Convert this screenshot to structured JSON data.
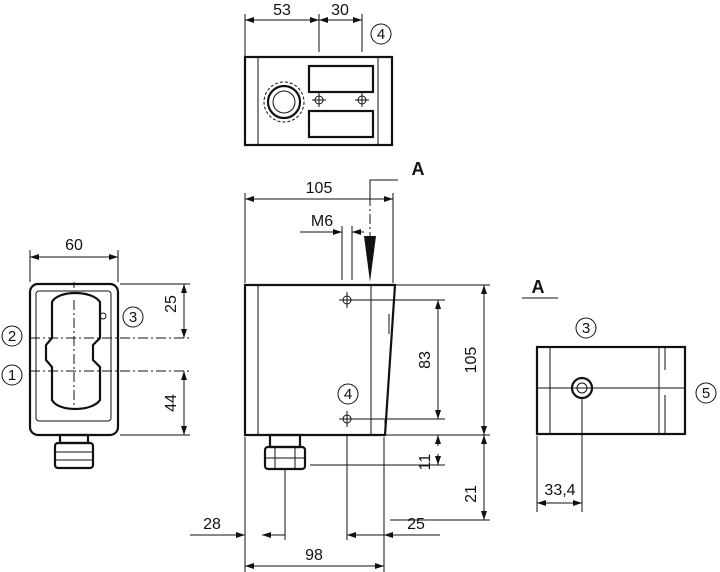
{
  "top_view": {
    "dim_left": "53",
    "dim_right": "30",
    "marker": "4"
  },
  "section": {
    "label": "A"
  },
  "front_view": {
    "dim_width": "105",
    "dim_thread": "M6",
    "dim_height_right": "83",
    "dim_height_total": "105",
    "dim_gap_11": "11",
    "dim_gap_21": "21",
    "dim_left_28": "28",
    "dim_right_25": "25",
    "dim_bottom_98": "98",
    "marker": "4"
  },
  "side_view": {
    "dim_width": "60",
    "dim_top_25": "25",
    "dim_bottom_44": "44",
    "marker_1": "1",
    "marker_2": "2",
    "marker_3": "3"
  },
  "view_a": {
    "label": "A",
    "dim_33_4": "33,4",
    "marker_3": "3",
    "marker_5": "5"
  }
}
